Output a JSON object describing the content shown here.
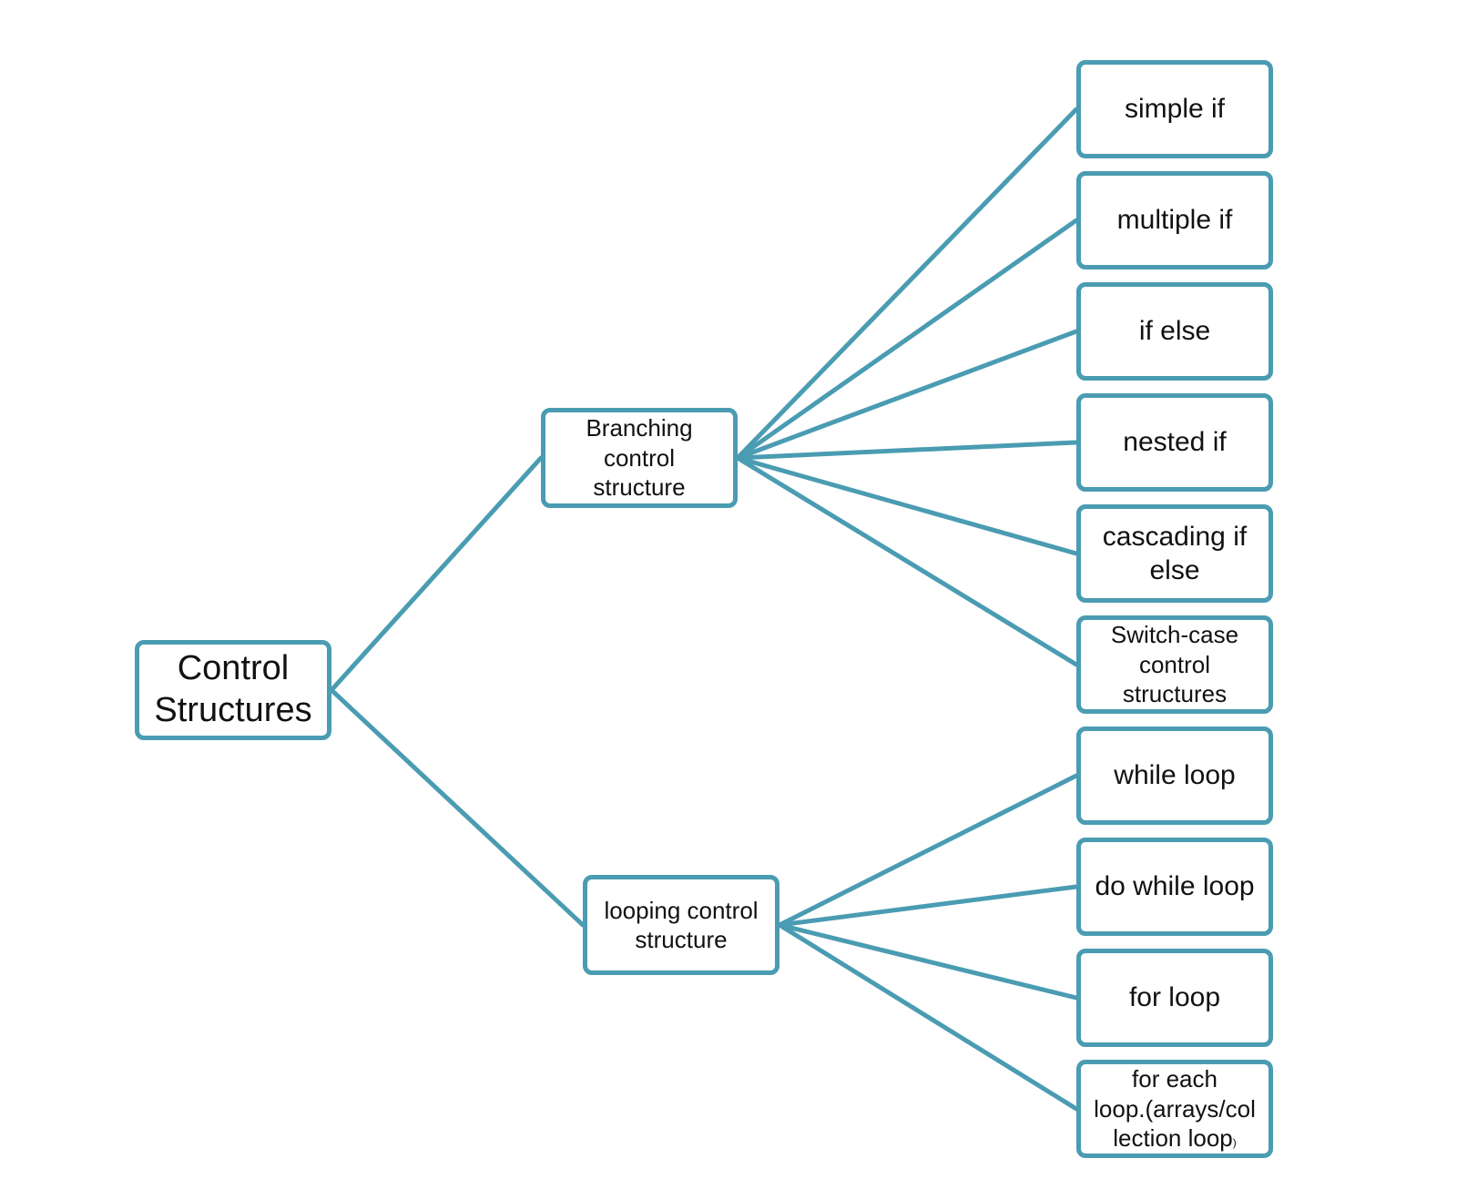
{
  "colors": {
    "border": "#4a9cb2",
    "connector": "#4a9cb2",
    "text": "#111111",
    "background": "#ffffff"
  },
  "root": {
    "line1": "Control",
    "line2": "Structures"
  },
  "branching": {
    "line1": "Branching",
    "line2": "control",
    "line3": "structure",
    "children": [
      {
        "line1": "simple if"
      },
      {
        "line1": "multiple if"
      },
      {
        "line1": "if else"
      },
      {
        "line1": "nested if"
      },
      {
        "line1": "cascading if",
        "line2": "else"
      },
      {
        "line1": "Switch-case",
        "line2": "control",
        "line3": "structures"
      }
    ]
  },
  "looping": {
    "line1": "looping control",
    "line2": "structure",
    "children": [
      {
        "line1": "while loop"
      },
      {
        "line1": "do while loop"
      },
      {
        "line1": "for loop"
      },
      {
        "line1": "for each",
        "line2": "loop.(arrays/col",
        "line3": "lection loop",
        "trail": ")"
      }
    ]
  }
}
